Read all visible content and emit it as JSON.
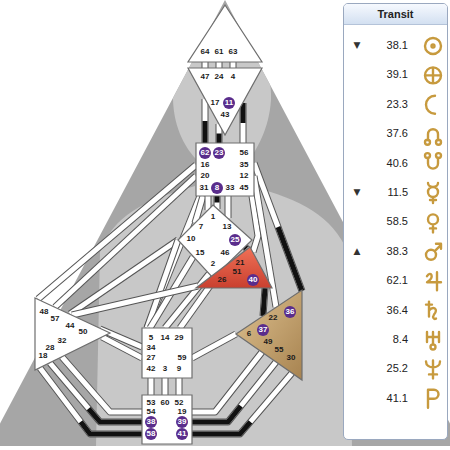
{
  "diagram": {
    "nodes": [
      {
        "text": [
          "64",
          "61",
          "63"
        ]
      },
      {
        "text": [
          "47",
          "24",
          "4",
          "17",
          "11",
          "43"
        ]
      },
      {
        "text": [
          "62",
          "23",
          "56",
          "16",
          "35",
          "20",
          "12",
          "31",
          "8",
          "33",
          "45"
        ]
      },
      {
        "text": [
          "1",
          "7",
          "13",
          "10",
          "25",
          "15",
          "46",
          "2"
        ]
      },
      {
        "text": [
          "21",
          "51",
          "26",
          "40"
        ]
      },
      {
        "text": [
          "48",
          "57",
          "44",
          "50",
          "32",
          "28",
          "18"
        ]
      },
      {
        "text": [
          "5",
          "14",
          "29",
          "34",
          "27",
          "59",
          "42",
          "3",
          "9"
        ]
      },
      {
        "text": [
          "36",
          "22",
          "37",
          "6",
          "49",
          "55",
          "30"
        ]
      },
      {
        "text": [
          "53",
          "60",
          "52",
          "54",
          "19",
          "38",
          "39",
          "58",
          "41"
        ]
      },
      {
        "text": [
          "Transit"
        ]
      }
    ],
    "edges": [
      {
        "from": 0,
        "to": 1,
        "arrow": "none"
      },
      {
        "from": 0,
        "to": 1,
        "arrow": "none"
      },
      {
        "from": 0,
        "to": 1,
        "arrow": "none"
      },
      {
        "from": 1,
        "to": 2,
        "arrow": "none"
      },
      {
        "from": 1,
        "to": 2,
        "arrow": "none"
      },
      {
        "from": 1,
        "to": 2,
        "arrow": "none"
      },
      {
        "from": 2,
        "to": 5,
        "arrow": "none"
      },
      {
        "from": 2,
        "to": 5,
        "arrow": "none"
      },
      {
        "from": 2,
        "to": 6,
        "arrow": "none"
      },
      {
        "from": 2,
        "to": 3,
        "arrow": "none"
      },
      {
        "from": 2,
        "to": 3,
        "arrow": "none"
      },
      {
        "from": 2,
        "to": 3,
        "arrow": "none"
      },
      {
        "from": 2,
        "to": 3,
        "arrow": "none"
      },
      {
        "from": 2,
        "to": 4,
        "arrow": "none"
      },
      {
        "from": 2,
        "to": 7,
        "arrow": "none"
      },
      {
        "from": 2,
        "to": 7,
        "arrow": "none"
      },
      {
        "from": 3,
        "to": 5,
        "arrow": "none"
      },
      {
        "from": 3,
        "to": 6,
        "arrow": "none"
      },
      {
        "from": 3,
        "to": 4,
        "arrow": "none"
      },
      {
        "from": 3,
        "to": 6,
        "arrow": "none"
      },
      {
        "from": 3,
        "to": 6,
        "arrow": "none"
      },
      {
        "from": 3,
        "to": 6,
        "arrow": "none"
      },
      {
        "from": 4,
        "to": 5,
        "arrow": "none"
      },
      {
        "from": 4,
        "to": 7,
        "arrow": "none"
      },
      {
        "from": 5,
        "to": 6,
        "arrow": "none"
      },
      {
        "from": 5,
        "to": 6,
        "arrow": "none"
      },
      {
        "from": 5,
        "to": 8,
        "arrow": "none"
      },
      {
        "from": 5,
        "to": 8,
        "arrow": "none"
      },
      {
        "from": 5,
        "to": 8,
        "arrow": "none"
      },
      {
        "from": 7,
        "to": 6,
        "arrow": "none"
      },
      {
        "from": 6,
        "to": 8,
        "arrow": "none"
      },
      {
        "from": 6,
        "to": 8,
        "arrow": "none"
      },
      {
        "from": 6,
        "to": 8,
        "arrow": "none"
      },
      {
        "from": 8,
        "to": 7,
        "arrow": "none"
      },
      {
        "from": 8,
        "to": 7,
        "arrow": "none"
      },
      {
        "from": 8,
        "to": 7,
        "arrow": "none"
      }
    ],
    "labels": [
      "▼",
      "38.1",
      "39.1",
      "23.3",
      "37.6",
      "40.6",
      "▼",
      "11.5",
      "58.5",
      "▲",
      "38.3",
      "62.1",
      "36.4",
      "8.4",
      "25.2",
      "41.1"
    ]
  }
}
